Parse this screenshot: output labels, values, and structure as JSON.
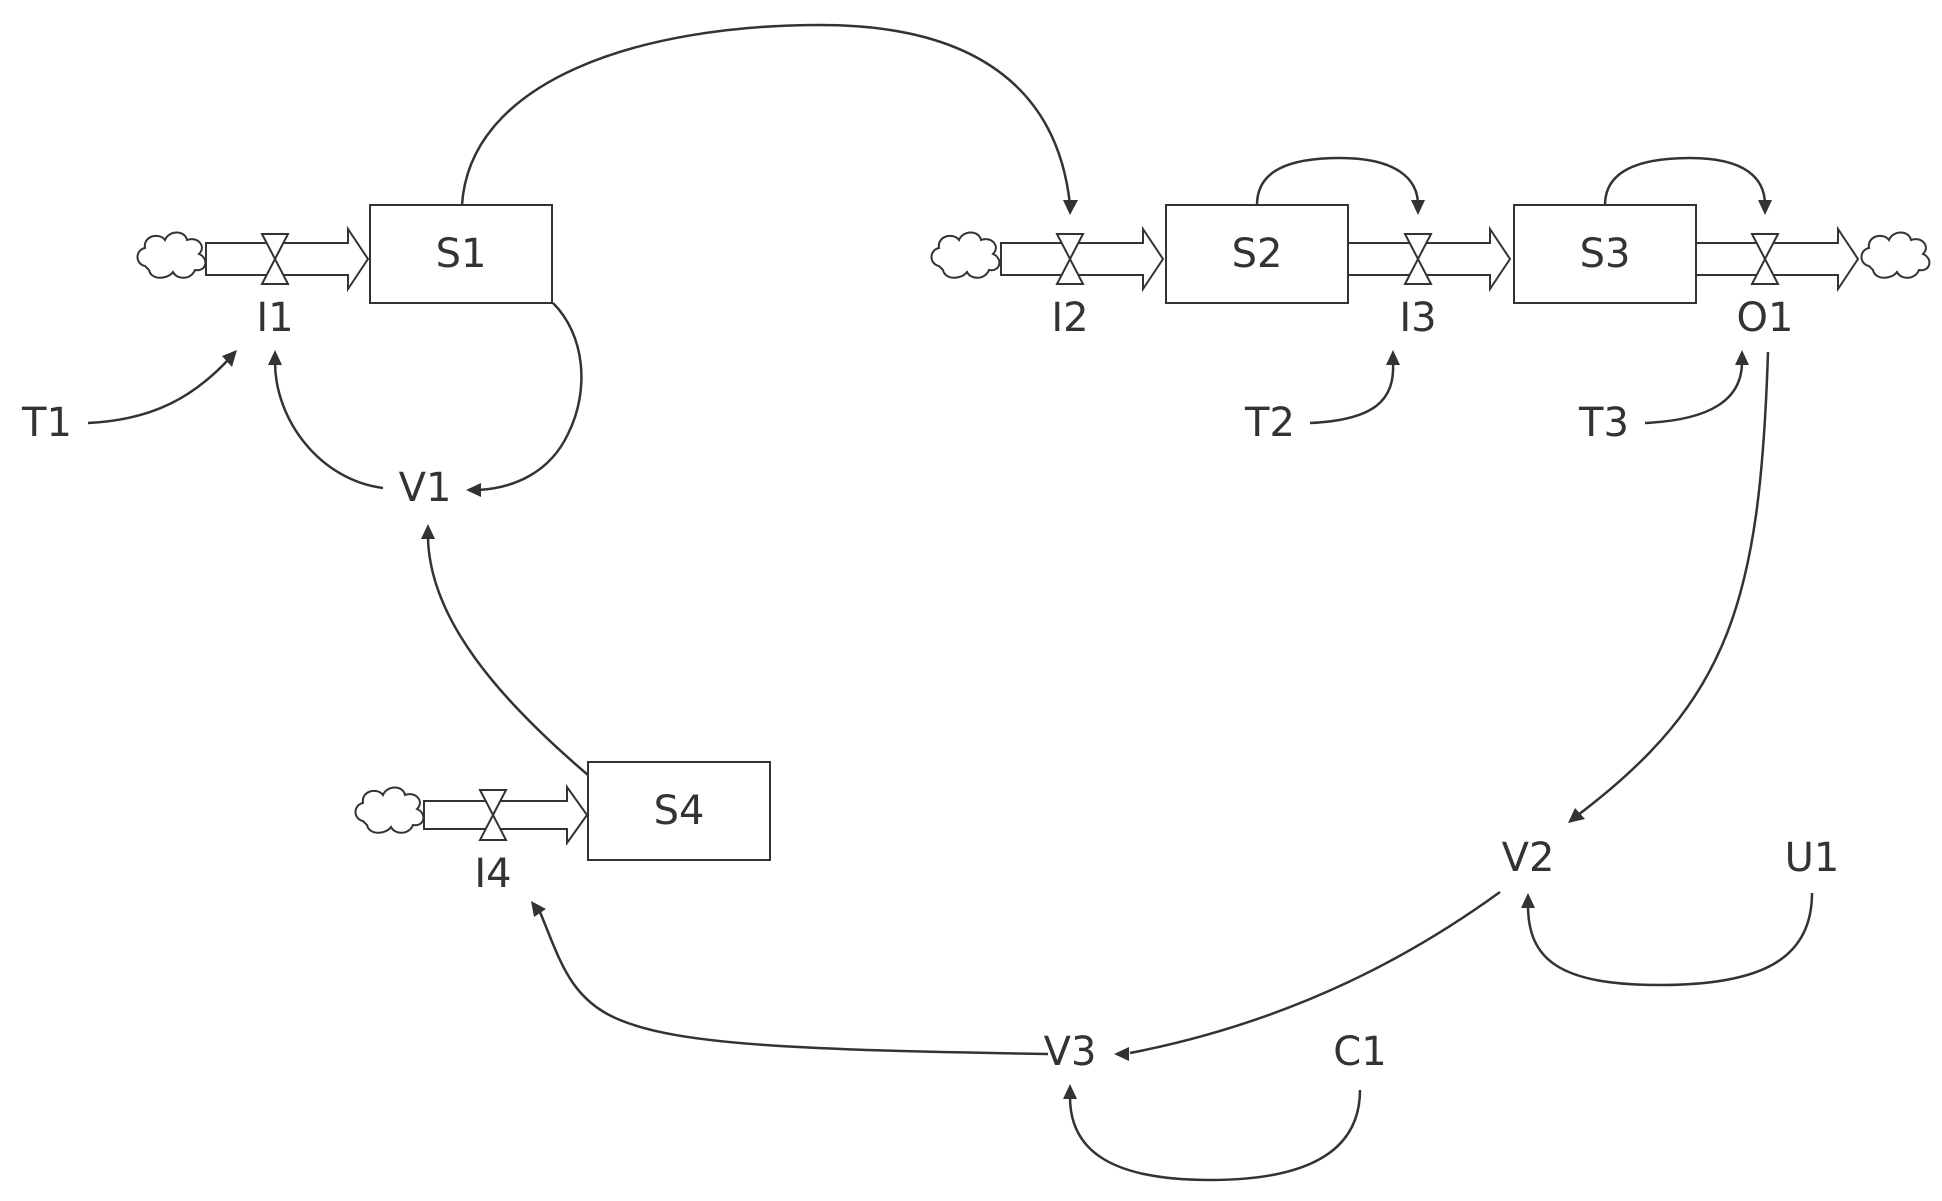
{
  "stocks": {
    "s1": "S1",
    "s2": "S2",
    "s3": "S3",
    "s4": "S4"
  },
  "flows": {
    "i1": "I1",
    "i2": "I2",
    "i3": "I3",
    "i4": "I4",
    "o1": "O1"
  },
  "variables": {
    "t1": "T1",
    "t2": "T2",
    "t3": "T3",
    "v1": "V1",
    "v2": "V2",
    "v3": "V3",
    "u1": "U1",
    "c1": "C1"
  },
  "colors": {
    "line": "#333333",
    "fill": "#ffffff"
  },
  "icons": {
    "source_sink": "cloud-icon",
    "valve": "valve-icon"
  }
}
